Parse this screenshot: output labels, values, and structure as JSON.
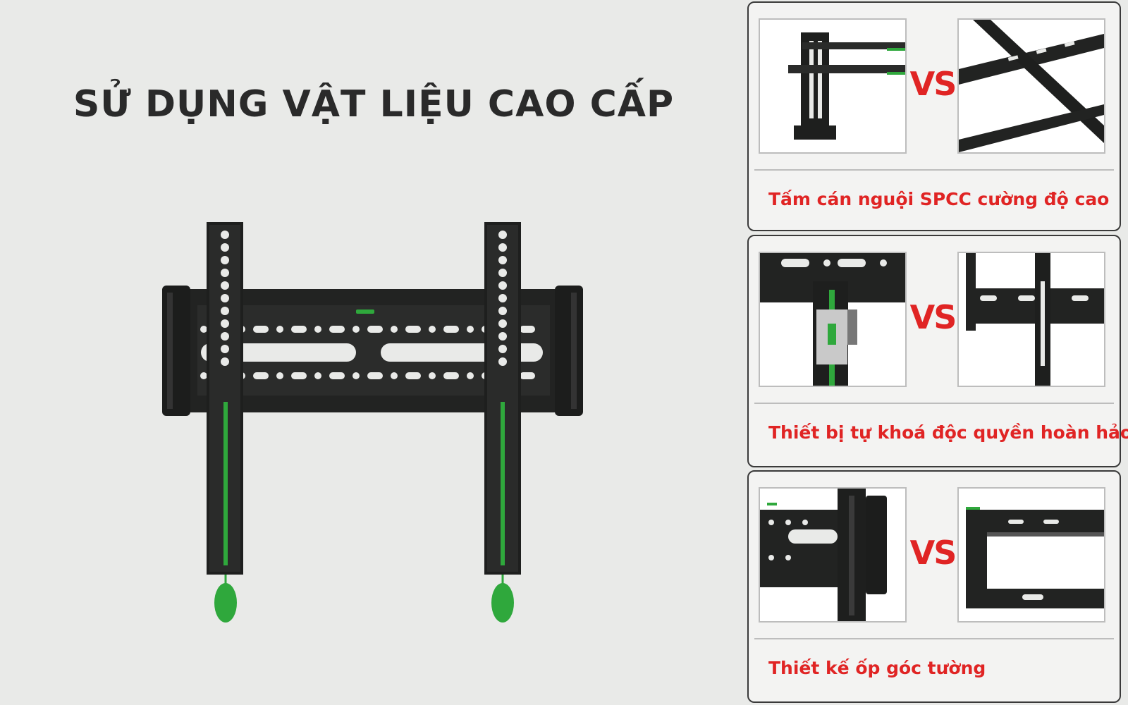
{
  "headline": "SỬ DỤNG VẬT LIỆU CAO CẤP",
  "comparisons": [
    {
      "vs_label": "VS",
      "caption": "Tấm cán nguội SPCC cường độ cao"
    },
    {
      "vs_label": "VS",
      "caption": "Thiết bị tự khoá độc quyền hoàn hảo"
    },
    {
      "vs_label": "VS",
      "caption": "Thiết kế ốp góc tường"
    }
  ],
  "colors": {
    "background": "#e9eae8",
    "accent_red": "#e02424",
    "accent_green": "#2fa83c",
    "mount_black": "#1e1f1e"
  }
}
